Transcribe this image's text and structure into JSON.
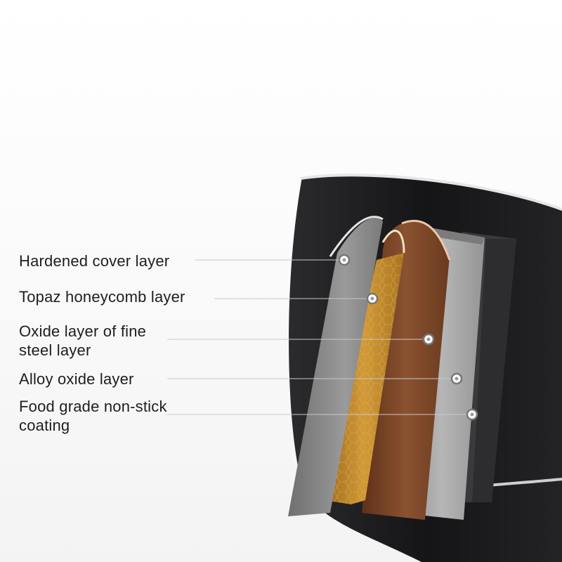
{
  "labels": [
    {
      "lines": [
        "Hardened cover layer"
      ]
    },
    {
      "lines": [
        "Topaz honeycomb layer"
      ]
    },
    {
      "lines": [
        "Oxide layer of fine",
        "steel layer"
      ]
    },
    {
      "lines": [
        "Alloy oxide layer"
      ]
    },
    {
      "lines": [
        "Food grade non-stick",
        "coating"
      ]
    }
  ],
  "colors": {
    "pot_body": "#1b1b1d",
    "rim": "#d9d9d9",
    "gray_layer": "#8e8e8e",
    "honeycomb_layer": "#c08a2c",
    "copper_layer": "#7a4526",
    "steel_layer": "#a9a9a9",
    "inner_layer": "#3a3a3c",
    "leader_line": "#c8c8c8"
  },
  "icons": [
    "marker-dot-icon"
  ]
}
